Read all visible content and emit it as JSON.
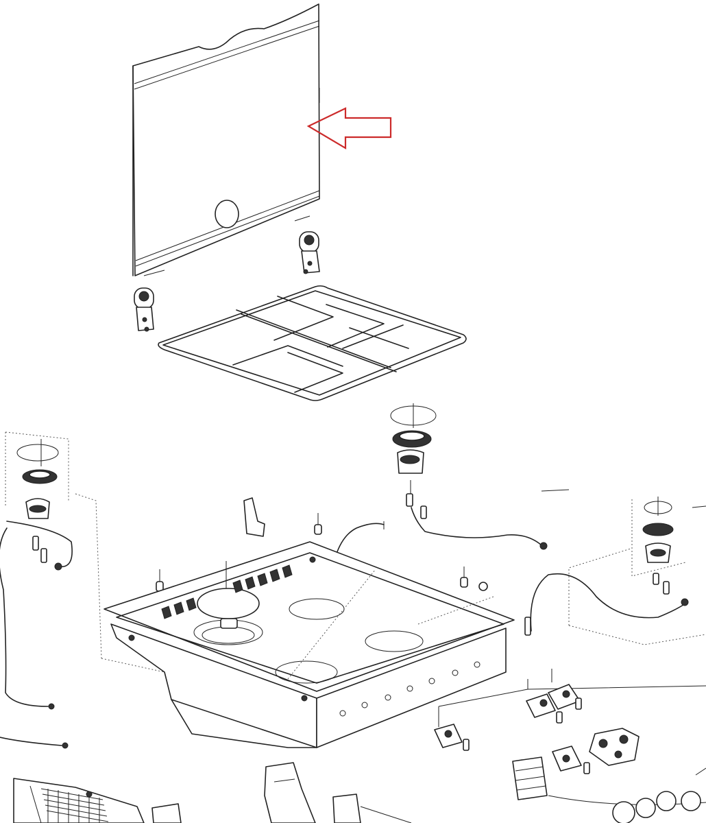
{
  "figure": {
    "kind": "exploded-parts-view",
    "highlight_color": "#cc2a2a",
    "line_color": "#222222",
    "background": "#ffffff"
  },
  "parts": [
    {
      "id": "glass-lid",
      "icon": "glass-lid-panel"
    },
    {
      "id": "lid-hinge-left",
      "icon": "hinge"
    },
    {
      "id": "lid-hinge-right",
      "icon": "hinge"
    },
    {
      "id": "pan-support-grid",
      "icon": "wire-grid"
    },
    {
      "id": "burner-rear",
      "icon": "burner-assembly"
    },
    {
      "id": "burner-left",
      "icon": "burner-assembly"
    },
    {
      "id": "burner-right",
      "icon": "burner-assembly"
    },
    {
      "id": "hob-tray",
      "icon": "hob-body"
    },
    {
      "id": "gas-taps",
      "icon": "gas-valve"
    },
    {
      "id": "control-knobs",
      "icon": "knob"
    }
  ],
  "highlight": {
    "target": "glass-lid",
    "icon": "arrow-left-outline"
  }
}
